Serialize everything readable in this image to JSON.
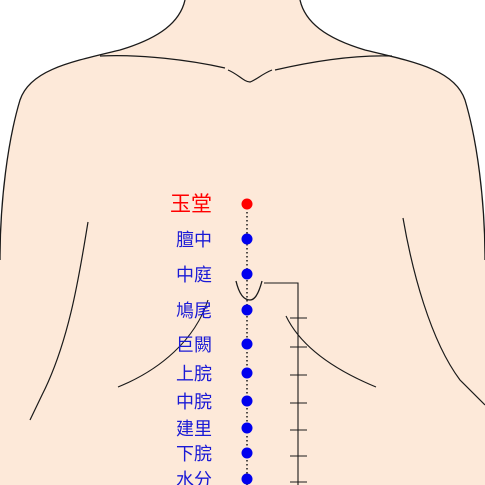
{
  "colors": {
    "skin": "#fde9d9",
    "outline": "#1a1a1a",
    "highlight": "#ff0000",
    "point": "#0000ee",
    "label": "#1a1ad6"
  },
  "acupoints": [
    {
      "name": "玉堂",
      "highlighted": true
    },
    {
      "name": "膻中",
      "highlighted": false
    },
    {
      "name": "中庭",
      "highlighted": false
    },
    {
      "name": "鳩尾",
      "highlighted": false
    },
    {
      "name": "巨闕",
      "highlighted": false
    },
    {
      "name": "上脘",
      "highlighted": false
    },
    {
      "name": "中脘",
      "highlighted": false
    },
    {
      "name": "建里",
      "highlighted": false
    },
    {
      "name": "下脘",
      "highlighted": false
    },
    {
      "name": "水分",
      "highlighted": false
    }
  ]
}
